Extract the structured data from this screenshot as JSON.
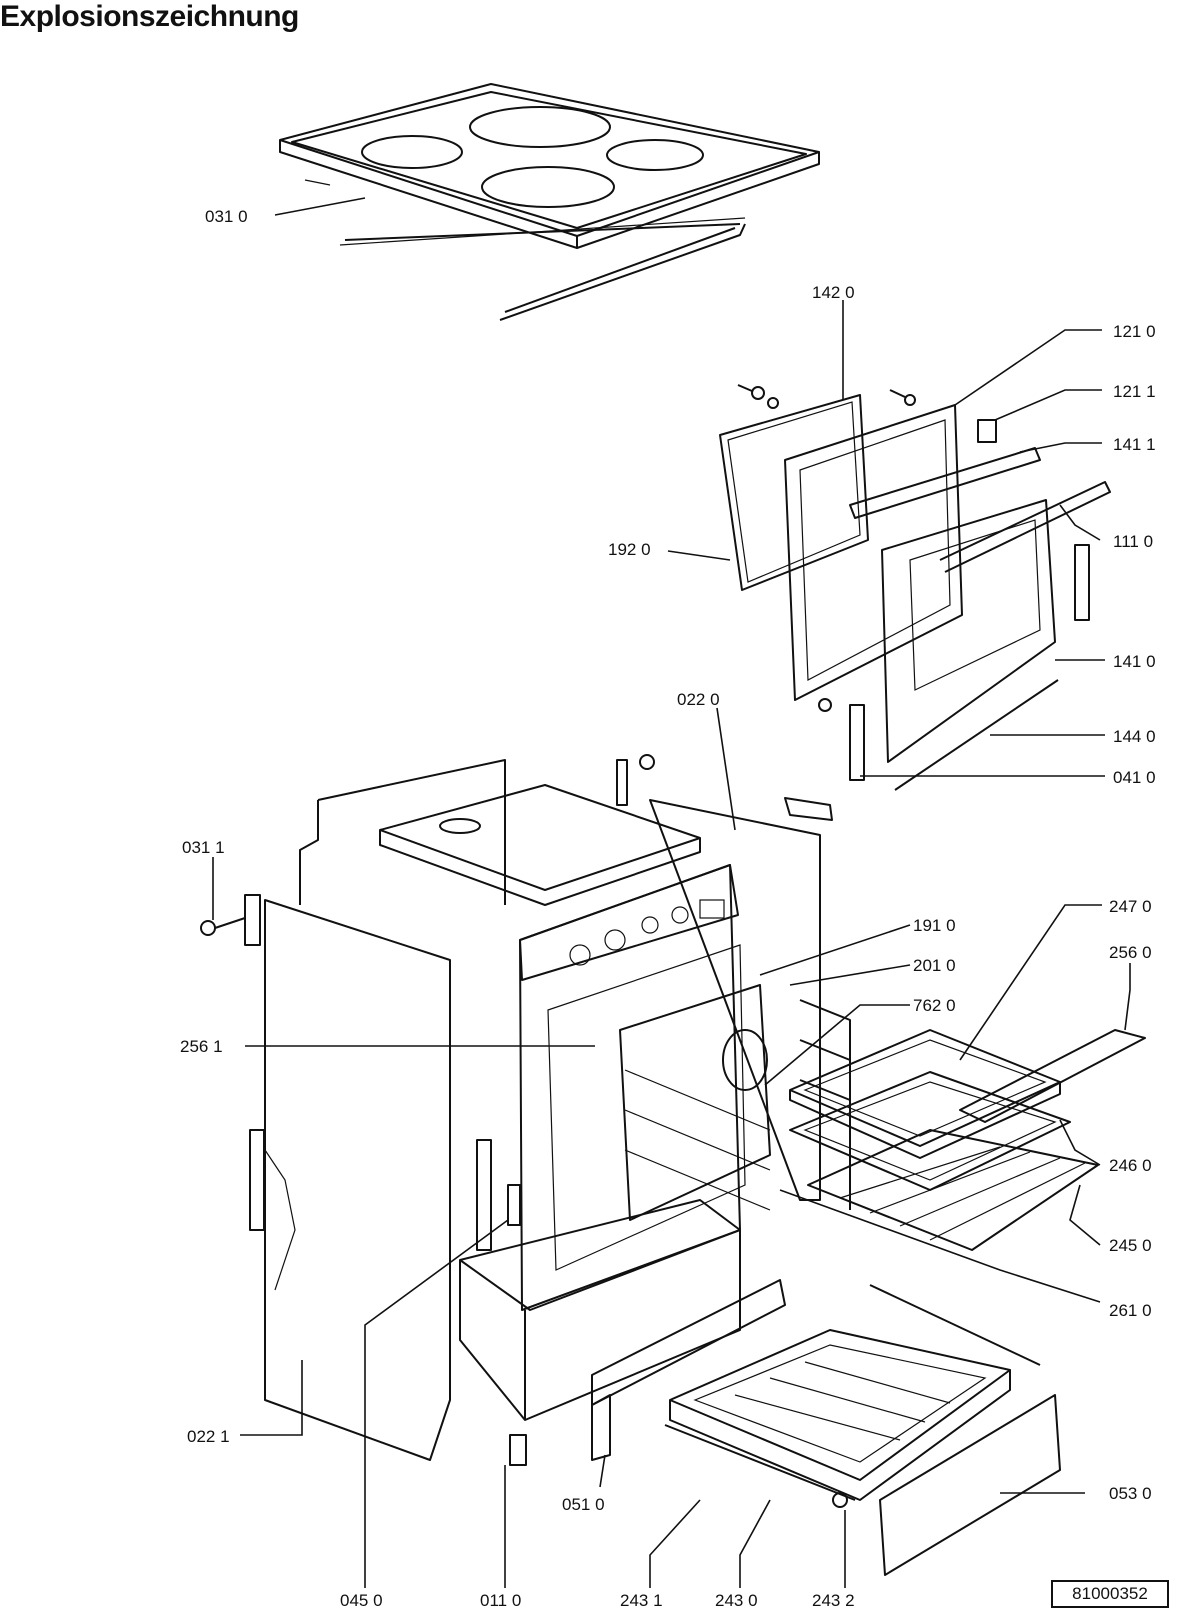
{
  "title": "Explosionszeichnung",
  "document_number": "81000352",
  "labels": {
    "l0310": "031 0",
    "l1420": "142 0",
    "l1210": "121 0",
    "l1211": "121 1",
    "l1411": "141 1",
    "l1920": "192 0",
    "l1110": "111 0",
    "l1410": "141 0",
    "l0220": "022 0",
    "l1440": "144 0",
    "l0410": "041 0",
    "l0311": "031 1",
    "l1910": "191 0",
    "l2470": "247 0",
    "l2010": "201 0",
    "l2560": "256 0",
    "l7620": "762 0",
    "l2561": "256 1",
    "l2460": "246 0",
    "l2450": "245 0",
    "l2610": "261 0",
    "l0221": "022 1",
    "l0530": "053 0",
    "l0510": "051 0",
    "l0450": "045 0",
    "l0110": "011 0",
    "l2431": "243 1",
    "l2430": "243 0",
    "l2432": "243 2"
  }
}
